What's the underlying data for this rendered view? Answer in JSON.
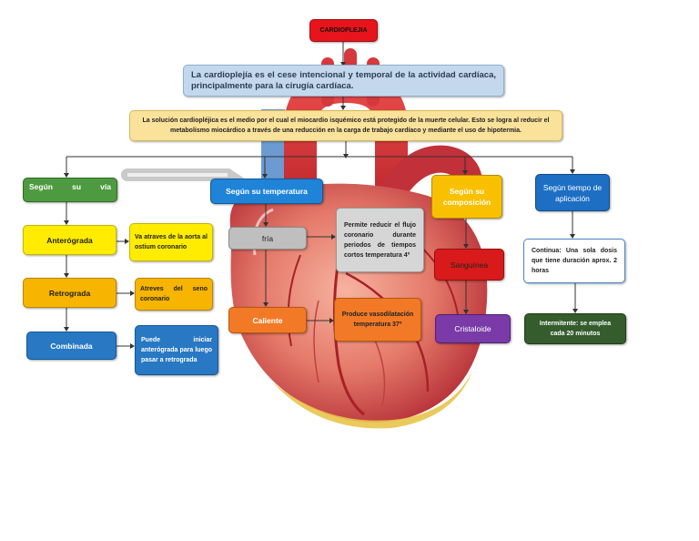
{
  "title": "CARDIOPLEJIA",
  "definition": "La cardioplejía es el cese intencional y temporal de la actividad cardíaca, principalmente para la cirugía cardíaca.",
  "solution": "La solución cardiopléjica es el medio por el cual el miocardio isquémico está protegido de la muerte celular. Esto se logra al reducir el metabolismo miocárdico a través de una reducción en la carga de trabajo cardíaco y mediante el uso de hipotermia.",
  "branches": {
    "via": {
      "label": "Según su vía",
      "items": [
        {
          "label": "Anterógrada",
          "desc": "Va atraves de la aorta al ostium coronario"
        },
        {
          "label": "Retrograda",
          "desc": "Atreves del seno coronario"
        },
        {
          "label": "Combinada",
          "desc": "Puede iniciar anterógrada para luego pasar a retrograda"
        }
      ]
    },
    "temperature": {
      "label": "Según su temperatura",
      "items": [
        {
          "label": "fría",
          "desc": "Permite reducir el flujo coronario durante periodos de tiempos cortos temperatura 4º"
        },
        {
          "label": "Caliente",
          "desc": "Produce vasodilatación temperatura 37º"
        }
      ]
    },
    "composition": {
      "label": "Según su composición",
      "items": [
        {
          "label": "Sanguínea"
        },
        {
          "label": "Cristaloide"
        }
      ]
    },
    "time": {
      "label": "Según tiempo de aplicación",
      "items": [
        {
          "label": "Continua: Una sola dosis que tiene duración aprox. 2 horas"
        },
        {
          "label": "Intermitente: se emplea cada 20 minutos"
        }
      ]
    }
  },
  "colors": {
    "title_bg": "#e8141b",
    "definition_bg": "#c3d8ec",
    "solution_bg": "#fbe29a",
    "via_bg": "#4e9a40",
    "anterograda_bg": "#ffec00",
    "retrograda_bg": "#f7b400",
    "combinada_bg": "#2878c3",
    "temperature_bg": "#1f84d8",
    "fria_bg": "#bfbfbf",
    "caliente_bg": "#f27a26",
    "composition_bg": "#f8c000",
    "sanguinea_bg": "#d81a1a",
    "cristaloide_bg": "#7a3aa8",
    "time_bg": "#1d6fc4",
    "continua_bg": "#ffffff",
    "intermitente_bg": "#355c2c"
  }
}
